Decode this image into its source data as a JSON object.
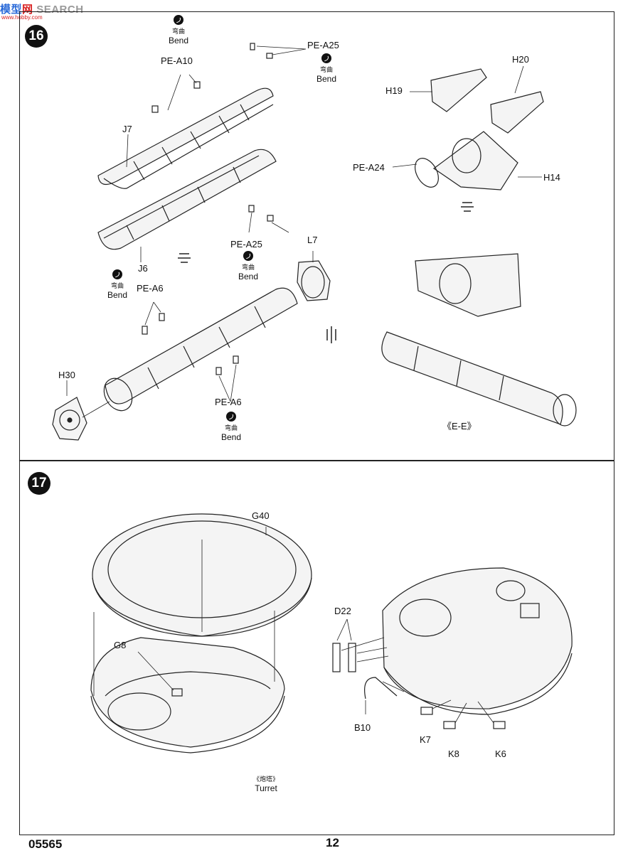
{
  "watermark": {
    "brand_a": "模型",
    "brand_b": "网",
    "brand_c": "SEARCH",
    "sub": "www.hobby.com"
  },
  "step16": {
    "number": "16",
    "labels": {
      "pe_a25_top": "PE-A25",
      "pe_a10": "PE-A10",
      "j7": "J7",
      "j6": "J6",
      "pe_a25_mid": "PE-A25",
      "l7": "L7",
      "pe_a6_left": "PE-A6",
      "pe_a6_right": "PE-A6",
      "h30": "H30",
      "h19": "H19",
      "h20": "H20",
      "pe_a24": "PE-A24",
      "h14": "H14",
      "view": "《E-E》"
    },
    "bend": {
      "cn": "弯曲",
      "en": "Bend"
    }
  },
  "step17": {
    "number": "17",
    "labels": {
      "g40": "G40",
      "g8": "G8",
      "d22": "D22",
      "b10": "B10",
      "k7": "K7",
      "k8": "K8",
      "k6": "K6",
      "turret_cn": "《炮塔》",
      "turret_en": "Turret"
    }
  },
  "footer": {
    "code": "05565",
    "page": "12"
  }
}
